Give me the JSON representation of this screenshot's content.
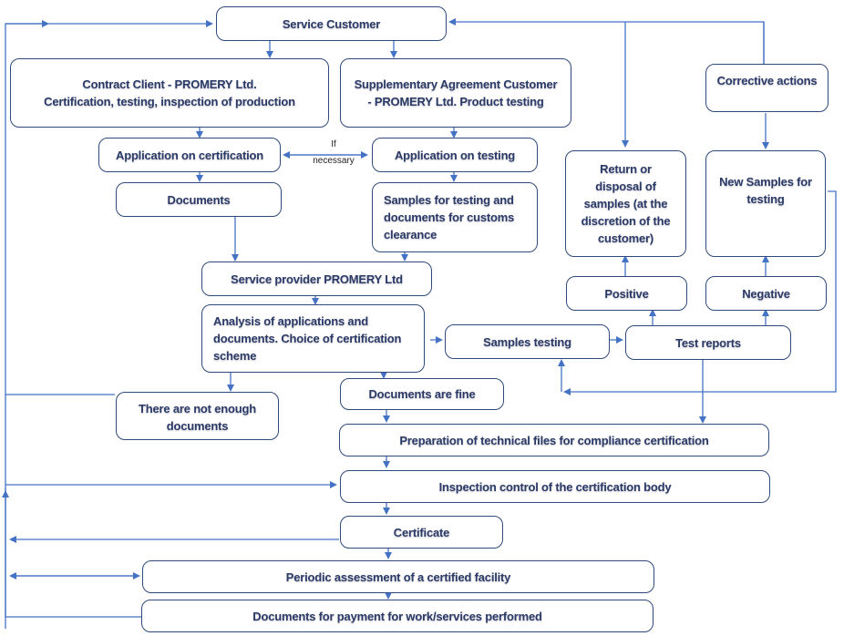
{
  "diagram": {
    "nodes": {
      "service_customer": "Service Customer",
      "contract_client": "Contract Client - PROMERY Ltd.\nCertification, testing, inspection of production",
      "supplementary_customer": "Supplementary Agreement Customer\n- PROMERY Ltd. Product testing",
      "corrective_actions": "Corrective actions",
      "application_certification": "Application on certification",
      "application_testing": "Application on testing",
      "documents": "Documents",
      "samples_for_testing": "Samples for testing and\ndocuments for customs\nclearance",
      "return_disposal": "Return or\ndisposal of\nsamples (at the\ndiscretion of the\ncustomer)",
      "new_samples": "New Samples for\ntesting",
      "positive": "Positive",
      "negative": "Negative",
      "service_provider": "Service provider PROMERY Ltd",
      "analysis": "Analysis of applications and\ndocuments. Choice of certification\nscheme",
      "samples_testing": "Samples testing",
      "test_reports": "Test reports",
      "not_enough_documents": "There are not enough\ndocuments",
      "documents_fine": "Documents are fine",
      "preparation_files": "Preparation of technical files for compliance certification",
      "inspection_control": "Inspection control of the certification body",
      "certificate": "Certificate",
      "periodic_assessment": "Periodic assessment of a certified facility",
      "payment_documents": "Documents for payment for work/services performed"
    },
    "edge_labels": {
      "if": "If",
      "necessary": "necessary"
    },
    "colors": {
      "line": "#4472c4",
      "border": "#2f4a7a",
      "text": "#2b3a67"
    }
  }
}
